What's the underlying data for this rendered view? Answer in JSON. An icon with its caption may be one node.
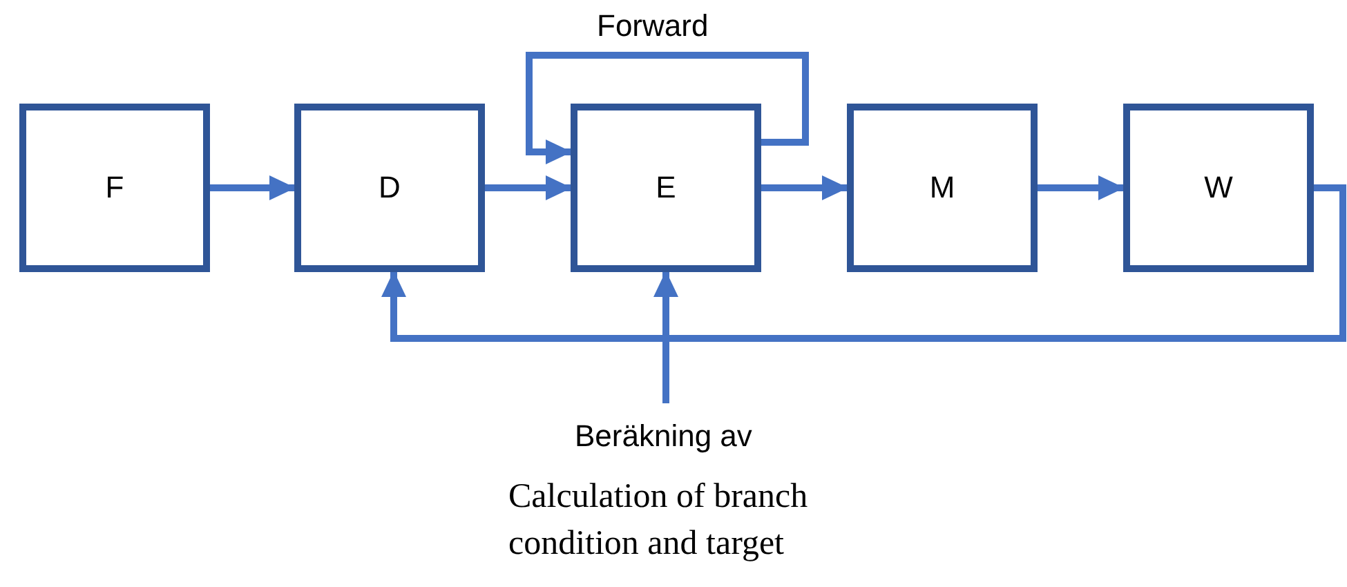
{
  "diagram": {
    "nodes": [
      {
        "text": [
          "F"
        ]
      },
      {
        "text": [
          "D"
        ]
      },
      {
        "text": [
          "E"
        ]
      },
      {
        "text": [
          "M"
        ]
      },
      {
        "text": [
          "W"
        ]
      },
      {
        "text": [
          "Beräkning av",
          "Calculation of branch condition and target"
        ]
      }
    ],
    "edges": [
      {
        "from": 0,
        "to": 1,
        "arrow": "to"
      },
      {
        "from": 1,
        "to": 2,
        "arrow": "to"
      },
      {
        "from": 2,
        "to": 3,
        "arrow": "to"
      },
      {
        "from": 3,
        "to": 4,
        "arrow": "to"
      },
      {
        "from": 2,
        "to": 2,
        "arrow": "to",
        "label": "Forward"
      },
      {
        "from": 4,
        "to": 1,
        "arrow": "to"
      },
      {
        "from": 5,
        "to": 2,
        "arrow": "to"
      }
    ]
  }
}
